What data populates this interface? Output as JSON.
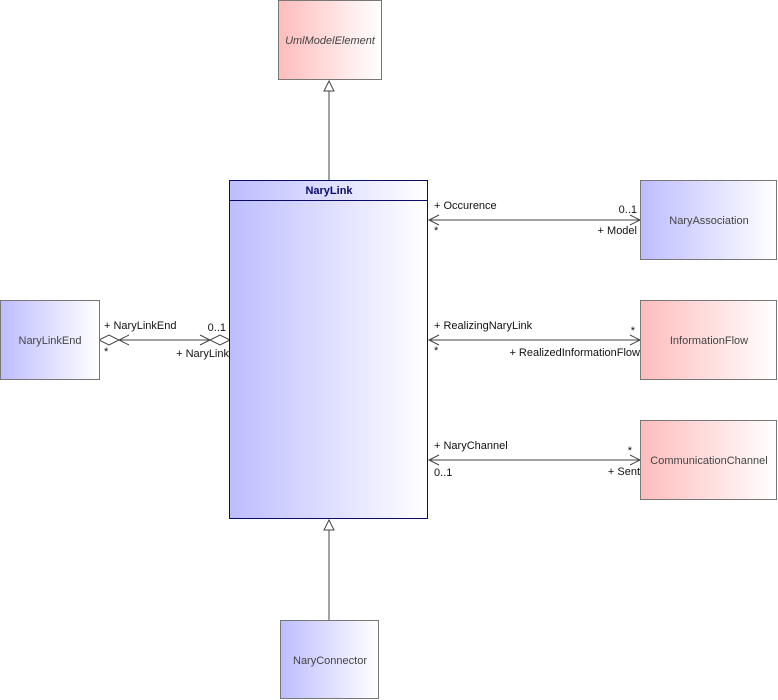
{
  "classes": {
    "uml_model_element": {
      "name": "UmlModelElement"
    },
    "nary_link": {
      "name": "NaryLink"
    },
    "nary_link_end": {
      "name": "NaryLinkEnd"
    },
    "nary_association": {
      "name": "NaryAssociation"
    },
    "information_flow": {
      "name": "InformationFlow"
    },
    "communication_channel": {
      "name": "CommunicationChannel"
    },
    "nary_connector": {
      "name": "NaryConnector"
    }
  },
  "associations": {
    "occurence": {
      "source_role": "+ Occurence",
      "source_mult": "*",
      "target_role": "+ Model",
      "target_mult": "0..1"
    },
    "realizing": {
      "source_role": "+ RealizingNaryLink",
      "source_mult": "*",
      "target_role": "+ RealizedInformationFlow",
      "target_mult": "*"
    },
    "channel": {
      "source_role": "+ NaryChannel",
      "source_mult": "0..1",
      "target_role": "+ Sent",
      "target_mult": "*"
    },
    "link_end": {
      "end_role": "+ NaryLinkEnd",
      "end_mult": "*",
      "link_role": "+ NaryLink",
      "link_mult": "0..1"
    }
  },
  "colors": {
    "blue_fill": "#c2c2ff",
    "red_fill": "#ffc2c2",
    "line": "#444444",
    "nary_link_border": "#0b0b6e"
  }
}
